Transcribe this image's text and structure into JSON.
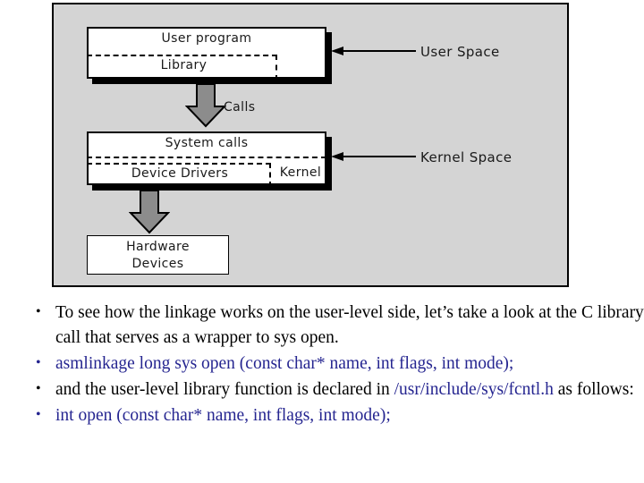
{
  "diagram": {
    "panel_bg": "#d4d4d4",
    "boxes": {
      "user_program": "User program",
      "library": "Library",
      "system_calls": "System calls",
      "device_drivers": "Device Drivers",
      "kernel": "Kernel",
      "hardware_line1": "Hardware",
      "hardware_line2": "Devices"
    },
    "arrows": {
      "calls_label": "Calls",
      "user_space_label": "User Space",
      "kernel_space_label": "Kernel Space"
    },
    "colors": {
      "arrow_fill": "#8c8c8c",
      "outline": "#000000",
      "box_fill": "#ffffff"
    }
  },
  "bullets": [
    {
      "id": "bullet-linkage",
      "color": "#000000",
      "text": "To see how the linkage works on the user-level side, let’s take a look at the C library call that serves as a wrapper to sys open."
    },
    {
      "id": "bullet-asmlinkage",
      "color": "#252590",
      "text": "asmlinkage long sys open (const char* name, int flags, int mode);"
    },
    {
      "id": "bullet-declared",
      "color": "#000000",
      "text_part1": "and the user-level library function is declared in ",
      "text_path": "/usr/include/sys/fcntl.h",
      "text_part2": " as follows:"
    },
    {
      "id": "bullet-intopen",
      "color": "#252590",
      "text": "int open (const char* name, int flags, int mode);"
    }
  ]
}
